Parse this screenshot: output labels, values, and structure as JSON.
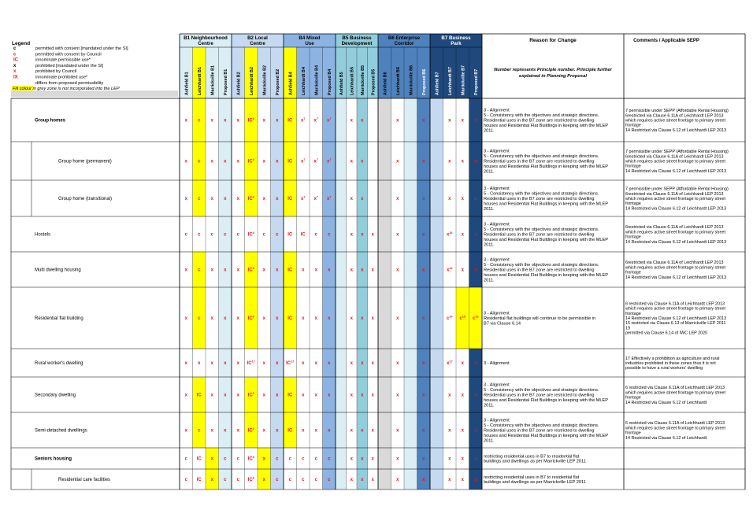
{
  "legend": {
    "title": "Legend",
    "items": [
      {
        "code": "c",
        "code_color": "#000000",
        "text": "permitted with consent [mandated under the SI]"
      },
      {
        "code": "c",
        "code_color": "#e8141b",
        "text": "permitted with consent by Council"
      },
      {
        "code": "IC",
        "code_color": "#e8141b",
        "text": "innominate permissible use*"
      },
      {
        "code": "x",
        "code_color": "#000000",
        "text": "prohibited [mandated under the SI]"
      },
      {
        "code": "x",
        "code_color": "#e8141b",
        "text": "prohibited by Council"
      },
      {
        "code": "IX",
        "code_color": "#e8141b",
        "text": "innominate prohibited use*"
      },
      {
        "code": "",
        "code_color": "#000000",
        "text": "differs from proposed permissibility"
      },
      {
        "code": "",
        "code_color": "#000000",
        "text": "Fill colour in grey zone is not incorporated into the LEP"
      }
    ]
  },
  "zones": [
    {
      "name": "B1 Neighbourhood Centre",
      "cols": [
        "Ashfield B1",
        "Leichhardt B1",
        "Marrickville B1",
        "Proposed B1"
      ]
    },
    {
      "name": "B2 Local Centre",
      "cols": [
        "Ashfield B2",
        "Leichhardt B2",
        "Marrickville B2",
        "Proposed B2"
      ]
    },
    {
      "name": "B4 Mixed Use",
      "cols": [
        "Ashfield B4",
        "Leichhardt B4",
        "Marrickville B4",
        "Proposed B4"
      ]
    },
    {
      "name": "B5 Business Development",
      "cols": [
        "Ashfield B5",
        "Leichhardt B5",
        "Marrickville B5",
        "Proposed B5"
      ]
    },
    {
      "name": "B6 Enterprise Corridor",
      "cols": [
        "Ashfield B6",
        "Leichhardt B6",
        "Marrickville B6",
        "Proposed B6"
      ]
    },
    {
      "name": "B7 Business Park",
      "cols": [
        "Ashfield B7",
        "Leichhardt B7",
        "Marrickville B7",
        "Proposed B7"
      ]
    }
  ],
  "header": {
    "reason": "Reason for Change",
    "comments": "Comments  / Applicable SEPP",
    "reason_note": "Number represents Principle number. Principle further explained in Planning Proposal"
  },
  "colors": {
    "yellow": "#ffff00",
    "light_blue": "#dbeef4",
    "teal": "#92cddc",
    "grey": "#d9d9d9",
    "light_grey_blue": "#c5d9f1",
    "mid_blue": "#8db3e2",
    "b6_blue": "#4f81bd",
    "b7_dark": "#1f497d",
    "red": "#e8141b"
  },
  "rows": [
    {
      "label": "Group homes",
      "bold": true,
      "cells": [
        "x",
        "c",
        "x",
        "x",
        "x",
        "IC6",
        "x",
        "x",
        "IC",
        "x7",
        "x7",
        "x7",
        "",
        "x",
        "x",
        "",
        "",
        "x",
        "",
        "x",
        "",
        "x",
        "x",
        "x"
      ],
      "reason": [
        "3 - Alignment",
        "5 - Consistency with the objectives and strategic directions. Residential uses in the B7 zone are restricted to dwelling houses and Residential Flat Buildings in keeping with the MLEP 2011."
      ],
      "comments": [
        "7 permissible under SEPP (Affordable Rental Housing)   6restricted via Clause 6.11A of Leichhardt LEP 2013 which requires active street frontage to primary street frontage",
        "14 Restricted via Clause 6.12 of Leichhardt LEP 2013"
      ]
    },
    {
      "label": "Group home (permanent)",
      "bold": false,
      "cells": [
        "x",
        "c",
        "x",
        "x",
        "x",
        "IC6",
        "x",
        "x",
        "IC",
        "x7",
        "x7",
        "x7",
        "",
        "x",
        "x",
        "",
        "",
        "x",
        "",
        "x",
        "",
        "x",
        "x",
        "x"
      ],
      "reason": [
        "3 - Alignment",
        "5 - Consistency with the objectives and strategic directions. Residential uses in the B7 zone are restricted to dwelling houses and Residential Flat Buildings in keeping with the MLEP 2011."
      ],
      "comments": [
        "7 permissible under SEPP (Affordable Rental Housing)   6restricted via Clause 6.11A of Leichhardt LEP 2013 which requires active street frontage to primary street frontage",
        "14 Restricted via Clause 6.12 of Leichhardt LEP 2013"
      ]
    },
    {
      "label": "Group home (transitional)",
      "bold": false,
      "cells": [
        "x",
        "c",
        "x",
        "x",
        "x",
        "IC6",
        "x",
        "x",
        "IC",
        "x7",
        "x7",
        "x7",
        "",
        "x",
        "x",
        "",
        "",
        "x",
        "",
        "x",
        "",
        "x",
        "x",
        "x"
      ],
      "reason": [
        "3 - Alignment",
        "5 - Consistency with the objectives and strategic directions. Residential uses in the B7 zone are restricted to dwelling houses and Residential Flat Buildings in keeping with the MLEP 2011."
      ],
      "comments": [
        "7 permissible under SEPP (Affordable Rental Housing)   6restricted via Clause 6.11A of Leichhardt LEP 2013 which requires active street frontage to primary street frontage",
        "14 Restricted via Clause 6.12 of Leichhardt LEP 2013"
      ]
    },
    {
      "label": "Hostels",
      "bold": false,
      "cells": [
        "c",
        "c",
        "c",
        "c",
        "c",
        "IC6",
        "c",
        "c",
        "IC",
        "IC",
        "c",
        "c",
        "",
        "x",
        "x",
        "x",
        "",
        "x",
        "",
        "x",
        "",
        "x14",
        "x",
        "x"
      ],
      "reason": [
        "3 - Alignment",
        "5 - Consistency with the objectives and strategic directions. Residential uses in the B7 zone are restricted to dwelling houses and Residential Flat Buildings in keeping with the MLEP 2011."
      ],
      "comments": [
        "6restricted via Clause 6.11A of Leichhardt LEP 2013 which requires active street frontage to primary street frontage",
        "14 Restricted via Clause 6.12 of Leichhardt LEP 2013"
      ]
    },
    {
      "label": "Multi dwelling housing",
      "bold": false,
      "cells": [
        "x",
        "c",
        "x",
        "x",
        "x",
        "IC6",
        "x",
        "x",
        "IC",
        "x",
        "x",
        "x",
        "",
        "x",
        "x",
        "x",
        "",
        "x",
        "",
        "x",
        "",
        "x14",
        "x",
        "x"
      ],
      "reason": [
        "3 - Alignment",
        "5 - Consistency with the objectives and strategic directions. Residential uses in the B7 zone are restricted to dwelling houses and Residential Flat Buildings in keeping with the MLEP 2011."
      ],
      "comments": [
        "6restricted via Clause 6.11A of Leichhardt LEP 2013 which requires active street frontage to primary street frontage",
        "14 Restricted via Clause 6.12 of Leichhardt LEP 2013"
      ]
    },
    {
      "label": "Residential flat building",
      "bold": false,
      "cells": [
        "x",
        "c",
        "x",
        "x",
        "x",
        "IC6",
        "x",
        "x",
        "IC",
        "x",
        "x",
        "x",
        "",
        "x",
        "x",
        "x",
        "",
        "x",
        "",
        "x",
        "",
        "c14",
        "c15",
        "c19"
      ],
      "reason": [
        "3 - Alignment",
        "Residential flat buildings will continue to be permissible in B7 via Clause 6.14"
      ],
      "comments": [
        "6 restricted via Clause 6.11A of Leichhardt LEP 2013 which requires active street frontage to primary street frontage",
        "14 Restricted via Clause 6.12 of Leichhardt LEP 2013",
        "15 restricted via Clause 6.13 of Marrickville LEP 2011 19",
        "permitted via Clause 6.14 of IWC LEP 2020"
      ]
    },
    {
      "label": "Rural worker's dwelling",
      "bold": false,
      "cells": [
        "x",
        "x",
        "x",
        "x",
        "x",
        "IC17",
        "x",
        "x",
        "IC17",
        "x",
        "x",
        "x",
        "",
        "x",
        "x",
        "x",
        "",
        "x",
        "",
        "x",
        "",
        "x17",
        "x",
        "x"
      ],
      "reason": [
        "3 - Alignment"
      ],
      "comments": [
        "17 Effectively a prohibition as agriculture and rural industries prohibited in these zones thus it is not possible to have a rural workers' dwelling"
      ]
    },
    {
      "label": "Secondary dwelling",
      "bold": false,
      "cells": [
        "x",
        "IC",
        "x",
        "x",
        "x",
        "IC6",
        "x",
        "x",
        "IC",
        "x",
        "x",
        "x",
        "",
        "x",
        "x",
        "x",
        "",
        "x",
        "",
        "x",
        "",
        "x",
        "x",
        "x"
      ],
      "reason": [
        "3 - Alignment",
        "5 - Consistency with the objectives and strategic directions. Residential uses in the B7 zone are restricted to dwelling houses and Residential Flat Buildings in keeping with the MLEP 2011."
      ],
      "comments": [
        "6 restricted via Clause 6.11A of Leichhardt LEP 2013 which requires active street frontage to primary street frontage",
        "14 Restricted via Clause 6.12 of Leichhardt"
      ]
    },
    {
      "label": "Semi-detached dwellings",
      "bold": false,
      "cells": [
        "x",
        "c",
        "x",
        "x",
        "x",
        "IC6",
        "x",
        "x",
        "IC",
        "x",
        "x",
        "x",
        "",
        "x",
        "x",
        "x",
        "",
        "x",
        "",
        "x",
        "",
        "x",
        "x",
        "x"
      ],
      "reason": [
        "3 - Alignment",
        "5 - Consistency with the objectives and strategic directions. Residential uses in the B7 zone are restricted to dwelling houses and Residential Flat Buildings in keeping with the MLEP 2011."
      ],
      "comments": [
        "6 restricted via Clause 6.11A of Leichhardt LEP 2013 which requires active street frontage to primary street frontage",
        "14 Restricted via Clause 6.12 of Leichhardt"
      ]
    },
    {
      "label": "Seniors housing",
      "bold": true,
      "cells": [
        "c",
        "IC",
        "x",
        "c",
        "c",
        "IC6",
        "x",
        "c",
        "c",
        "c",
        "c",
        "c",
        "",
        "x",
        "x",
        "x",
        "",
        "x",
        "",
        "x",
        "",
        "x",
        "x",
        "x"
      ],
      "reason": [
        "restricting residential uses in B7 to residential flat buildings and dwellings as per Marrickville LEP 2011"
      ],
      "comments": []
    },
    {
      "label": "Residential care facilities",
      "bold": false,
      "cells": [
        "c",
        "IC",
        "x",
        "c",
        "c",
        "IC6",
        "x",
        "c",
        "c",
        "c",
        "c",
        "c",
        "",
        "x",
        "x",
        "x",
        "",
        "x",
        "",
        "x",
        "",
        "x",
        "x",
        "x"
      ],
      "reason": [
        "restricting residential uses in B7 to residential flat buildings and dwellings as per Marrickville LEP 2011"
      ],
      "comments": []
    }
  ]
}
